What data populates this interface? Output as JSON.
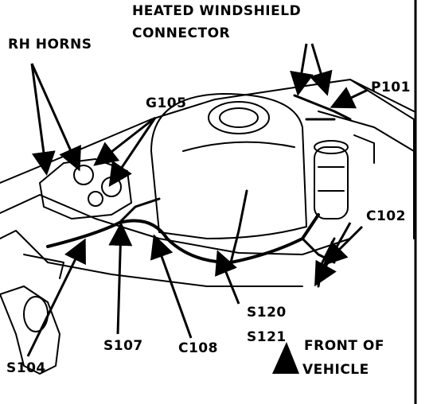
{
  "labels": {
    "heated_windshield_1": "HEATED WINDSHIELD",
    "heated_windshield_2": "CONNECTOR",
    "rh_horns": "RH HORNS",
    "g105": "G105",
    "p101": "P101",
    "c102": "C102",
    "s120": "S120",
    "s121": "S121",
    "s104": "S104",
    "s107": "S107",
    "c108": "C108",
    "front_1": "FRONT OF",
    "front_2": "VEHICLE"
  }
}
